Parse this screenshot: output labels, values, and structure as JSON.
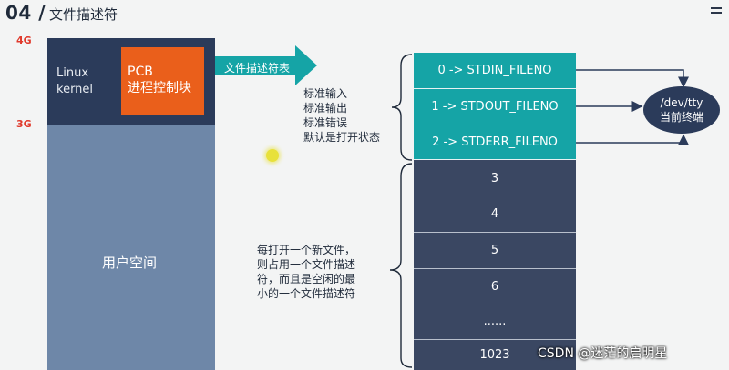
{
  "header": {
    "number": "04 /",
    "title": "文件描述符",
    "menu_icon": "menu-icon"
  },
  "memory": {
    "label_4g": "4G",
    "label_3g": "3G",
    "kernel_line1": "Linux",
    "kernel_line2": "kernel",
    "pcb_line1": "PCB",
    "pcb_line2": "进程控制块",
    "user_space": "用户空间"
  },
  "arrow_label": "文件描述符表",
  "notes": {
    "std": [
      "标准输入",
      "标准输出",
      "标准错误",
      "默认是打开状态"
    ],
    "new_file": [
      "每打开一个新文件，",
      "则占用一个文件描述",
      "符，而且是空闲的最",
      "小的一个文件描述符"
    ]
  },
  "table": {
    "std_rows": [
      "0 -> STDIN_FILENO",
      "1 -> STDOUT_FILENO",
      "2 -> STDERR_FILENO"
    ],
    "rows": [
      "3",
      "4",
      "5",
      "6",
      "......",
      "1023"
    ]
  },
  "tty": {
    "line1": "/dev/tty",
    "line2": "当前终端"
  },
  "watermark": "CSDN @迷茫的启明星",
  "colors": {
    "kernel": "#2b3b5a",
    "pcb": "#ea5f1b",
    "user_space": "#6e87a8",
    "teal": "#15a4a6",
    "table_dark": "#3a4762",
    "memory_label": "#e0392b"
  }
}
